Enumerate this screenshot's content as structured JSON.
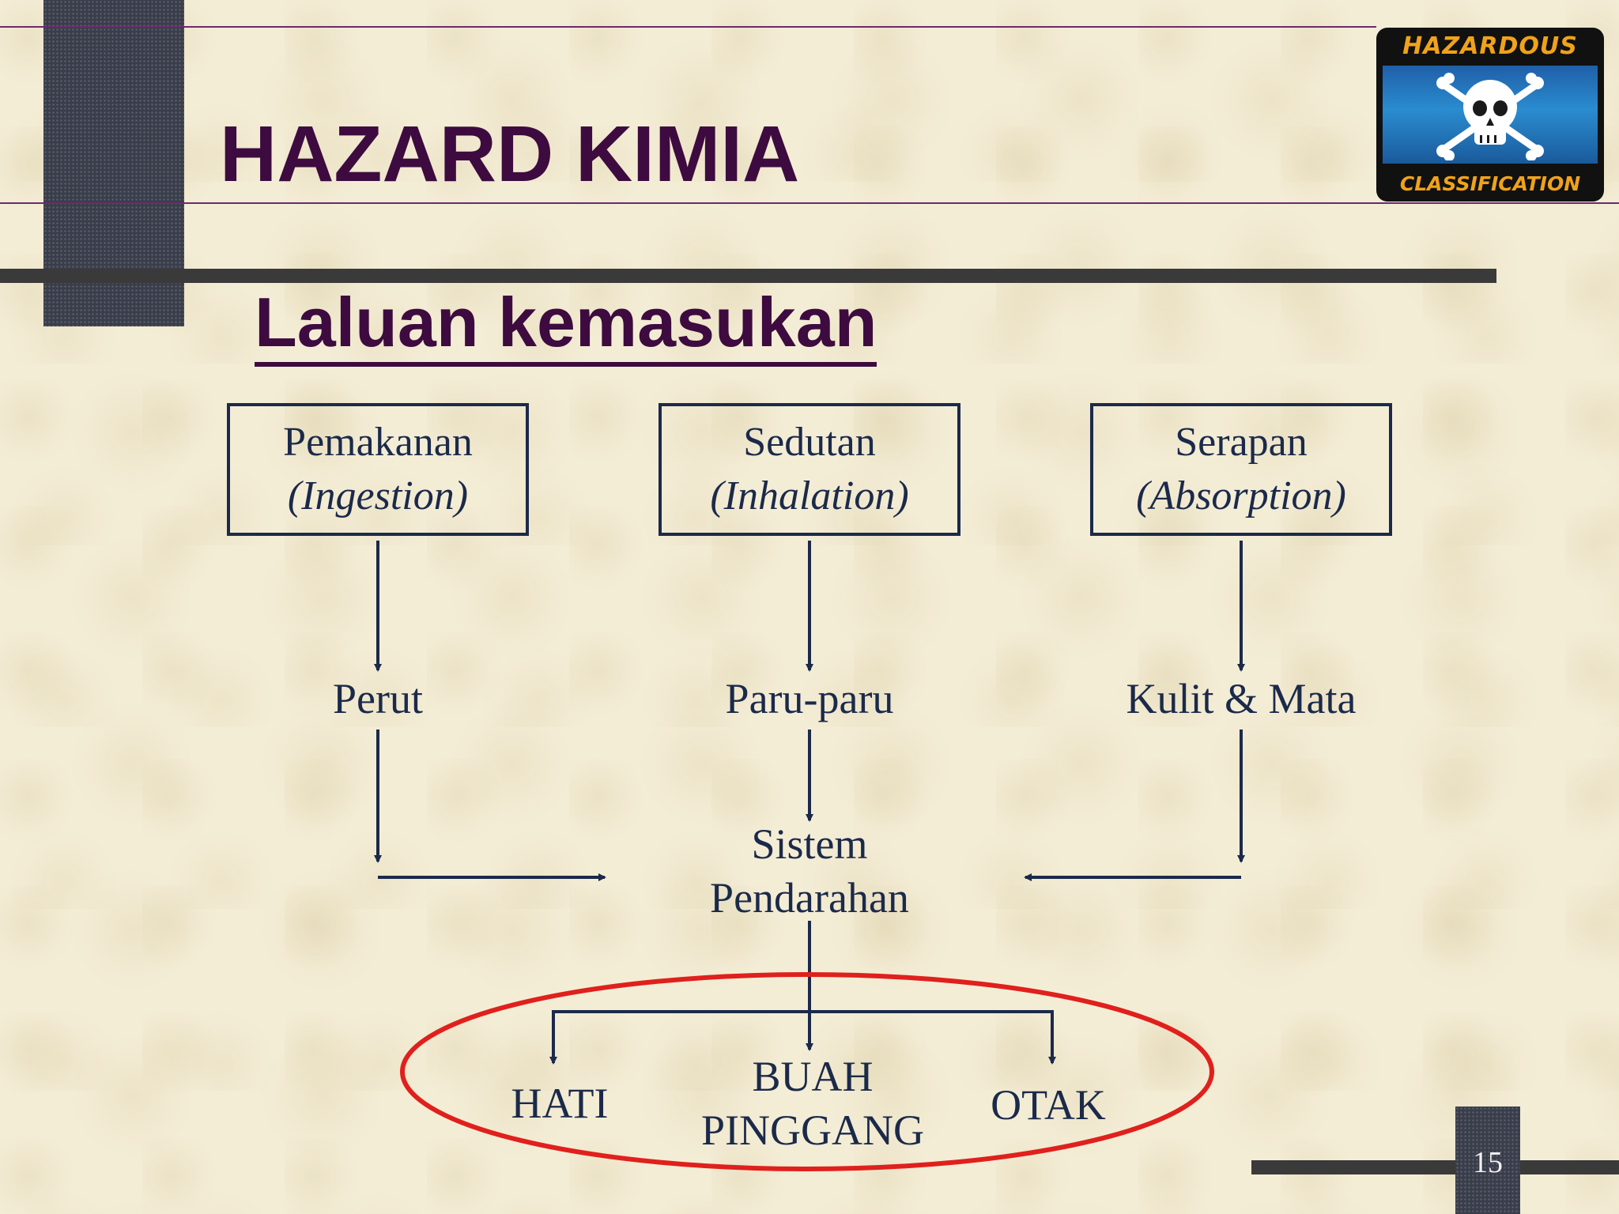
{
  "slide": {
    "title": "HAZARD KIMIA",
    "subtitle": "Laluan kemasukan",
    "page_number": "15"
  },
  "logo": {
    "top_text": "HAZARDOUS",
    "bottom_text": "CLASSIFICATION",
    "icon": "skull-crossbones-icon"
  },
  "routes": [
    {
      "name": "Pemakanan",
      "english": "(Ingestion)",
      "organ": "Perut"
    },
    {
      "name": "Sedutan",
      "english": "(Inhalation)",
      "organ": "Paru-paru"
    },
    {
      "name": "Serapan",
      "english": "(Absorption)",
      "organ": "Kulit & Mata"
    }
  ],
  "system": {
    "line1": "Sistem",
    "line2": "Pendarahan"
  },
  "targets": {
    "left": "HATI",
    "middle_line1": "BUAH",
    "middle_line2": "PINGGANG",
    "right": "OTAK"
  },
  "colors": {
    "title": "#3d0b3f",
    "diagram": "#1b2a4a",
    "highlight_ellipse": "#e0201c"
  }
}
